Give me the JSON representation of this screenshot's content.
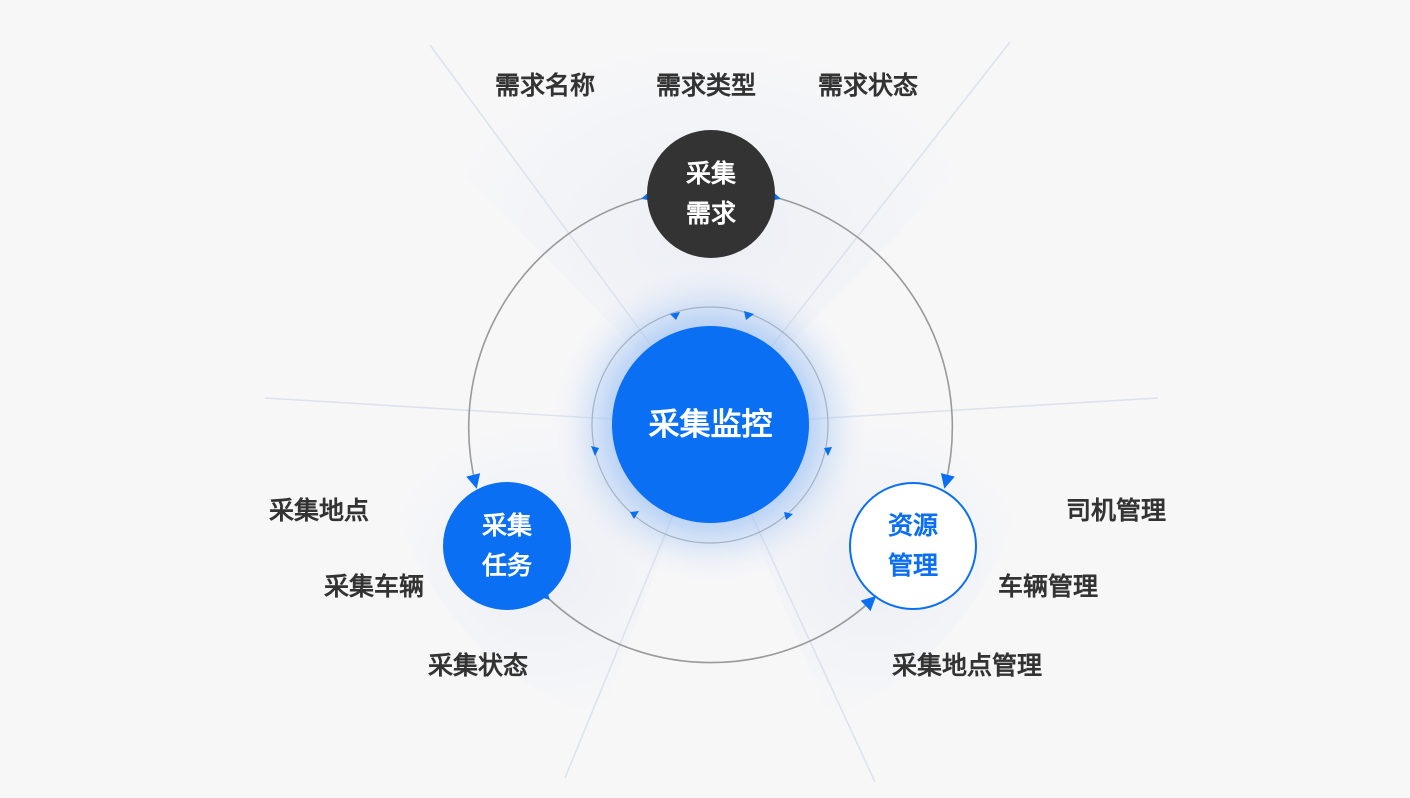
{
  "diagram": {
    "center": {
      "label": "采集监控"
    },
    "nodes": {
      "demand": {
        "line1": "采集",
        "line2": "需求"
      },
      "task": {
        "line1": "采集",
        "line2": "任务"
      },
      "resource": {
        "line1": "资源",
        "line2": "管理"
      }
    },
    "demand_labels": [
      "需求名称",
      "需求类型",
      "需求状态"
    ],
    "task_labels": [
      "采集地点",
      "采集车辆",
      "采集状态"
    ],
    "resource_labels": [
      "司机管理",
      "车辆管理",
      "采集地点管理"
    ]
  },
  "colors": {
    "primary_blue": "#0a6ff2",
    "dark_node": "#333333",
    "text": "#333333",
    "background": "#f7f7f8",
    "connector": "#999999"
  }
}
